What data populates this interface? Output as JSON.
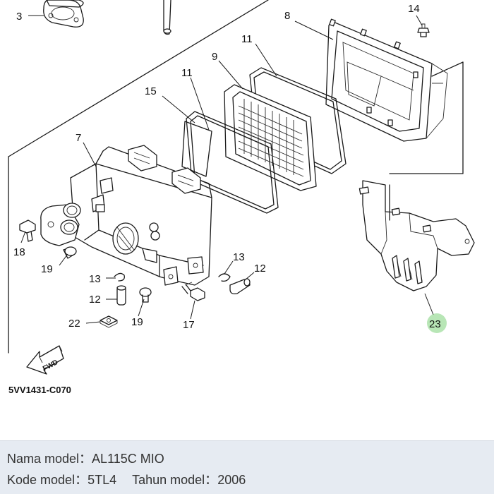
{
  "diagram": {
    "part_code": "5VV1431-C070",
    "fwd_label": "FWD",
    "callouts": [
      {
        "id": "3",
        "label": "3"
      },
      {
        "id": "8",
        "label": "8"
      },
      {
        "id": "14",
        "label": "14"
      },
      {
        "id": "11a",
        "label": "11"
      },
      {
        "id": "9",
        "label": "9"
      },
      {
        "id": "11b",
        "label": "11"
      },
      {
        "id": "15",
        "label": "15"
      },
      {
        "id": "7",
        "label": "7"
      },
      {
        "id": "18",
        "label": "18"
      },
      {
        "id": "19a",
        "label": "19"
      },
      {
        "id": "13a",
        "label": "13"
      },
      {
        "id": "12a",
        "label": "12"
      },
      {
        "id": "22",
        "label": "22"
      },
      {
        "id": "19b",
        "label": "19"
      },
      {
        "id": "17",
        "label": "17"
      },
      {
        "id": "13b",
        "label": "13"
      },
      {
        "id": "12b",
        "label": "12"
      },
      {
        "id": "23",
        "label": "23",
        "highlighted": true
      }
    ],
    "highlight_color": "#7ed17a"
  },
  "info": {
    "model_name_label": "Nama model：",
    "model_name_value": "AL115C MIO",
    "model_code_label": "Kode model：",
    "model_code_value": "5TL4",
    "model_year_label": "Tahun model：",
    "model_year_value": "2006"
  }
}
